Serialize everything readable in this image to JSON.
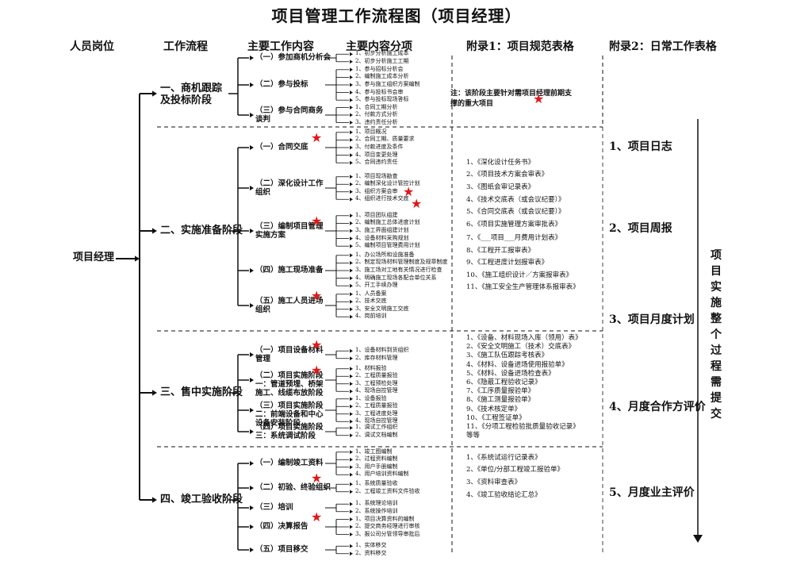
{
  "title": "项目管理工作流程图（项目经理）",
  "headers": [
    "人员岗位",
    "工作流程",
    "主要工作内容",
    "主要内容分项",
    "附录1：项目规范表格",
    "附录2：日常工作表格"
  ],
  "root": "项目经理",
  "stages": [
    {
      "label": "一、商机跟踪及投标阶段",
      "tasks": [
        {
          "label": "（一）参加商机分析会",
          "star": false,
          "subs": [
            "1、初步分析施工成本",
            "2、初步分析施工工期"
          ]
        },
        {
          "label": "（二）参与投标",
          "star": false,
          "subs": [
            "1、参与招标分析会",
            "2、编制施工成本分析",
            "3、参与施工组织方案编制",
            "4、参与投标书会审",
            "5、参与投标现场答标"
          ]
        },
        {
          "label": "（三）参与合同商务谈判",
          "star": false,
          "subs": [
            "1、合同工期分析",
            "2、付款方式分析",
            "3、违约责任分析"
          ]
        }
      ]
    },
    {
      "label": "二、实施准备阶段",
      "tasks": [
        {
          "label": "（一）合同交底",
          "star": true,
          "subs": [
            "1、项目概况",
            "2、合同工期、质量要求",
            "3、付款进度及条件",
            "4、项目变更处理",
            "5、合同违约责任"
          ]
        },
        {
          "label": "（二）深化设计工作组织",
          "star": false,
          "subs": [
            "1、项目现场勘查",
            "2、编制深化设计管控计划",
            "3、组织方案会审",
            "4、组织进行技术交底"
          ]
        },
        {
          "label": "（三）编制项目管理实施方案",
          "star": true,
          "subs": [
            "1、项目团队组建",
            "2、编制施工总体进度计划",
            "3、施工界面组建计划",
            "4、设备材料采购规划",
            "5、编制项目管理费用计划"
          ]
        },
        {
          "label": "（四）施工现场准备",
          "star": false,
          "subs": [
            "1、办公场所和设施准备",
            "2、制定现场材料管理制度及规章制度",
            "3、施工场对工地有关情况进行检查",
            "4、明确施工现场各配合单位关系",
            "5、开工手续办理"
          ]
        },
        {
          "label": "（五）施工人员进场组织",
          "star": true,
          "subs": [
            "1、人员备案",
            "2、技术交底",
            "3、安全文明施工交底",
            "4、岗前培训"
          ]
        }
      ]
    },
    {
      "label": "三、售中实施阶段",
      "tasks": [
        {
          "label": "（一）项目设备材料管理",
          "star": true,
          "subs": [
            "1、设备材料到货组织",
            "2、库存材料管理"
          ]
        },
        {
          "label": "（二）项目实施阶段一：管道预埋、桥架施工、线缆布放阶段",
          "star": true,
          "subs": [
            "1、材料报验",
            "2、工程质量报验",
            "3、工程预检处理",
            "4、现场自控管理"
          ]
        },
        {
          "label": "（三）项目实施阶段二：前端设备和中心设备安装阶段",
          "star": false,
          "subs": [
            "1、设备报验",
            "2、工程质量报验",
            "3、工程进度处理",
            "4、现场自控管理"
          ]
        },
        {
          "label": "（四）项目实施阶段三：系统调试阶段",
          "star": false,
          "subs": [
            "1、调试工作组织",
            "2、调试文档编制"
          ]
        }
      ]
    },
    {
      "label": "四、竣工验收阶段",
      "tasks": [
        {
          "label": "（一）编制竣工资料",
          "star": false,
          "subs": [
            "1、竣工图编制",
            "2、过程资料编制",
            "3、用户手册编制",
            "4、用户培训资料编制"
          ]
        },
        {
          "label": "（二）初验、终验组织",
          "star": true,
          "subs": [
            "1、系统质量验收",
            "2、工程竣工资料文件验收"
          ]
        },
        {
          "label": "（三）培训",
          "star": false,
          "subs": [
            "1、系统理论培训",
            "2、系统操作培训"
          ]
        },
        {
          "label": "（四）决算报告",
          "star": true,
          "subs": [
            "1、项目决算资料的编制",
            "2、提交商务经理进行审核",
            "3、报公司分管领导审批后"
          ]
        },
        {
          "label": "（五）项目移交",
          "star": false,
          "subs": [
            "1、实体移交",
            "2、资料移交"
          ]
        }
      ]
    }
  ],
  "appendix1": {
    "note": "注：该阶段主要针对需项目经理前期支撑的重大项目",
    "group2": [
      "1、《深化设计任务书》",
      "2、《项目技术方案会审表》",
      "3、《图纸会审记录表》",
      "4、《技术交底表（或会议纪要）》",
      "5、《合同交底表（或会议纪要）》",
      "6、《项目实施管理方案审批表》",
      "7、《___项目___月费用计划表》",
      "8、《工程开工报审表》",
      "9、《工程进度计划报审表》",
      "10、《施工组织设计／方案报审表》",
      "11、《施工安全生产管理体系报审表》"
    ],
    "group3": [
      "1、《设备、材料现场入库（领用）表》",
      "2、《安全文明施工（技术）交底表》",
      "3、《施工队伍跟踪考核表》",
      "4、《材料、设备进场使用报验单》",
      "5、《材料、设备进场检查表》",
      "6、《隐蔽工程验收记录》",
      "7、《工序质量报验单》",
      "8、《施工测量报验单》",
      "9、《技术核定单》",
      "10、《工程签证单》",
      "11、《分项工程检验批质量验收记录》",
      "等等"
    ],
    "group4": [
      "1、《系统试运行记录表》",
      "2、《单位/分部工程竣工报验单》",
      "3、《资料审查表》",
      "4、《竣工验收结论汇总》"
    ]
  },
  "appendix2": [
    "1、项目日志",
    "2、项目周报",
    "3、项目月度计划",
    "4、月度合作方评价",
    "5、月度业主评价"
  ],
  "vertical_note": "项目实施整个过程需提交"
}
